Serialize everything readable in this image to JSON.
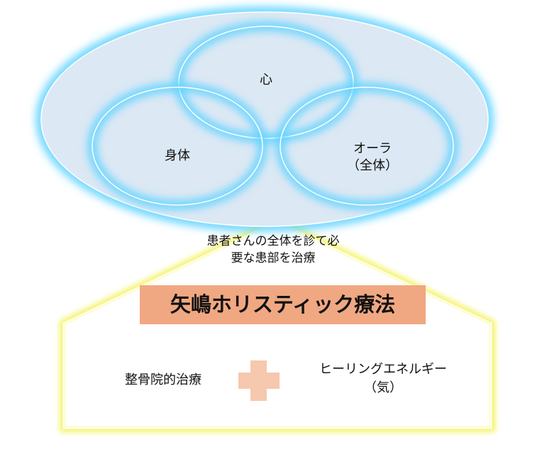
{
  "circles": {
    "mind": "心",
    "body": "身体",
    "aura_line1": "オーラ",
    "aura_line2": "（全体）"
  },
  "description": {
    "line1": "患者さんの全体を診て必",
    "line2": "要な患部を治療"
  },
  "title": "矢嶋ホリスティック療法",
  "components": {
    "left": "整骨院的治療",
    "right_line1": "ヒーリングエネルギー",
    "right_line2": "（気）"
  },
  "colors": {
    "glow_blue": "#5fd3ff",
    "ellipse_fill": "#dce8f4",
    "glow_yellow": "#f4f36a",
    "title_bg": "#f0a882",
    "plus": "#f6c8ad"
  }
}
